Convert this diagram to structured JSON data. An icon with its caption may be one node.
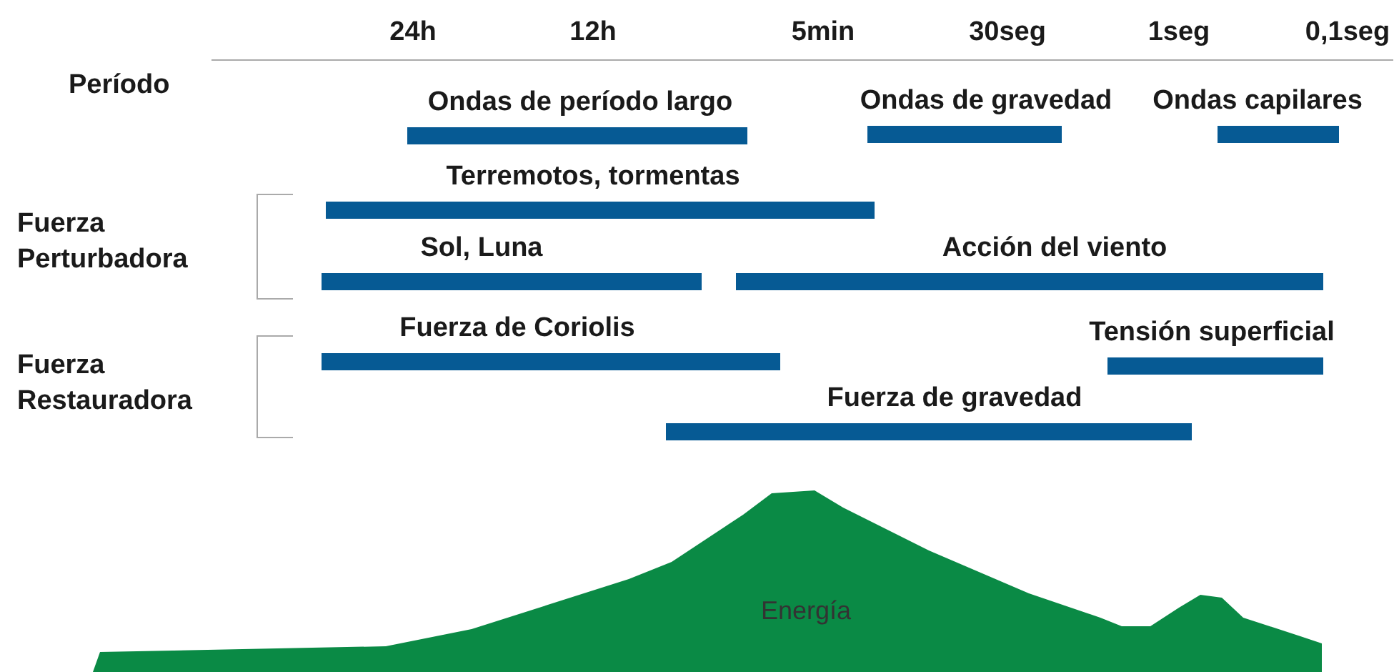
{
  "diagram": {
    "nodes": [
      {
        "text": [
          "Ondas de período largo"
        ]
      },
      {
        "text": [
          "Ondas de gravedad"
        ]
      },
      {
        "text": [
          "Ondas capilares"
        ]
      },
      {
        "text": [
          "Terremotos, tormentas"
        ]
      },
      {
        "text": [
          "Sol, Luna"
        ]
      },
      {
        "text": [
          "Acción del viento"
        ]
      },
      {
        "text": [
          "Fuerza de Coriolis"
        ]
      },
      {
        "text": [
          "Tensión superficial"
        ]
      },
      {
        "text": [
          "Fuerza de gravedad"
        ]
      },
      {
        "text": [
          "Energía"
        ]
      }
    ],
    "labels": [
      "24h",
      "12h",
      "5min",
      "30seg",
      "1seg",
      "0,1seg",
      "Período",
      "Fuerza Perturbadora",
      "Fuerza Restauradora"
    ]
  }
}
